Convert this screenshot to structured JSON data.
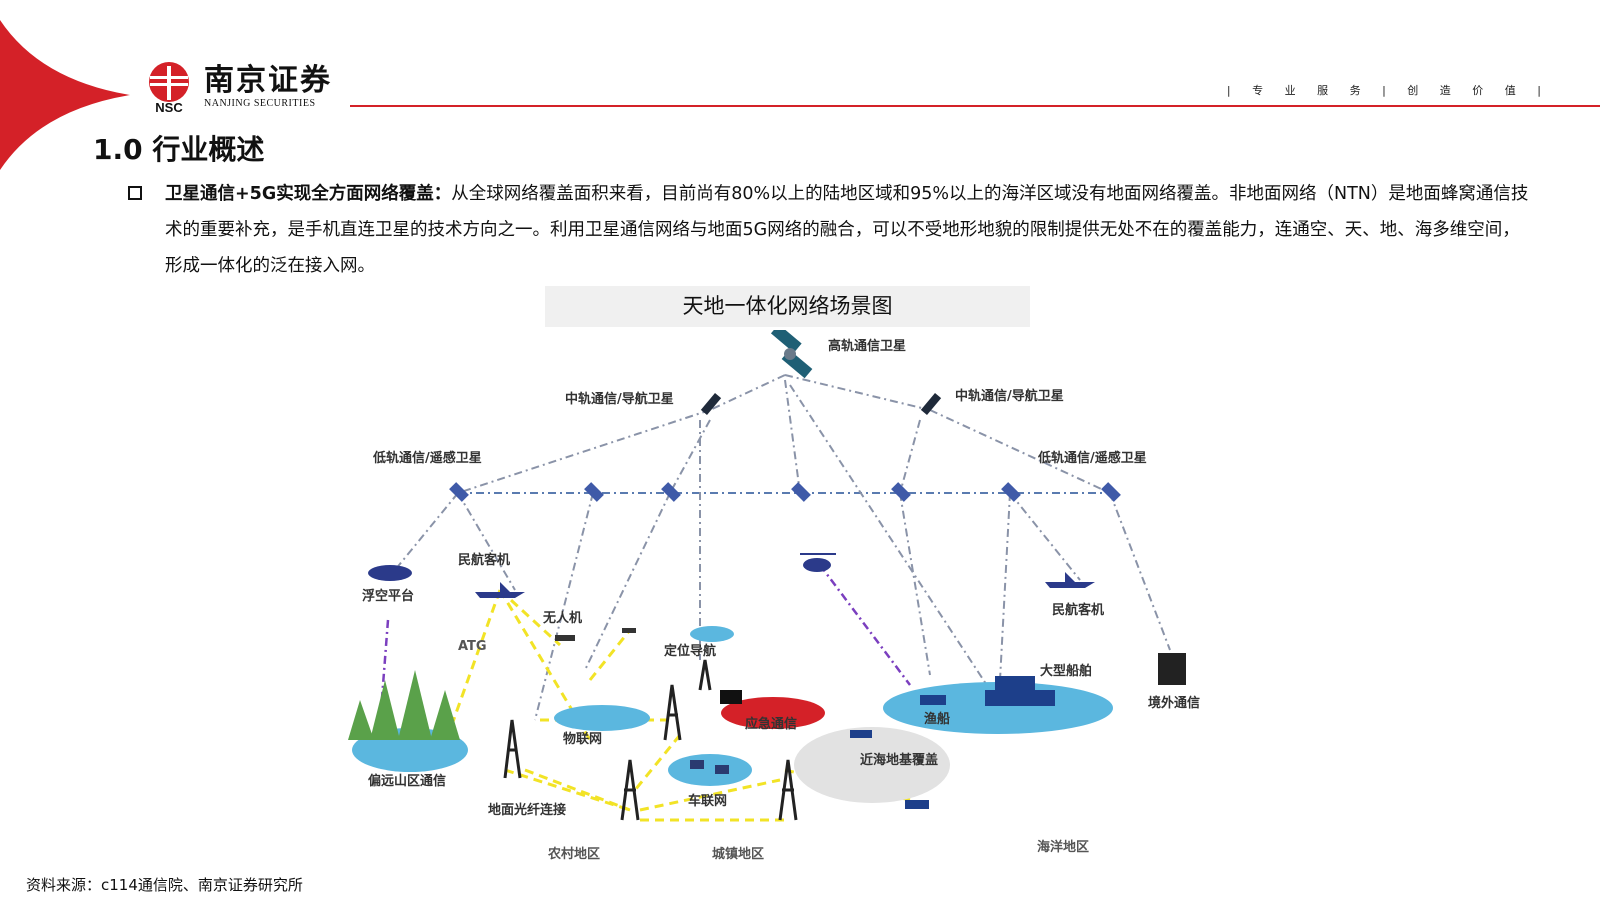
{
  "header": {
    "logo_cn": "南京证券",
    "logo_abbr": "NSC",
    "logo_en": "NANJING SECURITIES",
    "slogan": "| 专 业 服 务 | 创 造 价 值 |",
    "accent_color": "#d42128"
  },
  "section": {
    "title": "1.0 行业概述",
    "bullet_bold": "卫星通信+5G实现全方面网络覆盖：",
    "bullet_text": "从全球网络覆盖面积来看，目前尚有80%以上的陆地区域和95%以上的海洋区域没有地面网络覆盖。非地面网络（NTN）是地面蜂窝通信技术的重要补充，是手机直连卫星的技术方向之一。利用卫星通信网络与地面5G网络的融合，可以不受地形地貌的限制提供无处不在的覆盖能力，连通空、天、地、海多维空间，形成一体化的泛在接入网。"
  },
  "figure": {
    "title": "天地一体化网络场景图",
    "labels": {
      "geo_sat": "高轨通信卫星",
      "meo_left": "中轨通信/导航卫星",
      "meo_right": "中轨通信/导航卫星",
      "leo_left": "低轨通信/遥感卫星",
      "leo_right": "低轨通信/遥感卫星",
      "airship": "浮空平台",
      "plane_left": "民航客机",
      "plane_right": "民航客机",
      "drone": "无人机",
      "atg": "ATG",
      "positioning": "定位导航",
      "emergency": "应急通信",
      "iot": "物联网",
      "remote": "偏远山区通信",
      "fiber": "地面光纤连接",
      "v2x": "车联网",
      "nearshore": "近海地基覆盖",
      "fishing": "渔船",
      "big_ship": "大型船舶",
      "overseas": "境外通信",
      "rural": "农村地区",
      "urban": "城镇地区",
      "ocean": "海洋地区"
    }
  },
  "source": "资料来源：c114通信院、南京证券研究所"
}
